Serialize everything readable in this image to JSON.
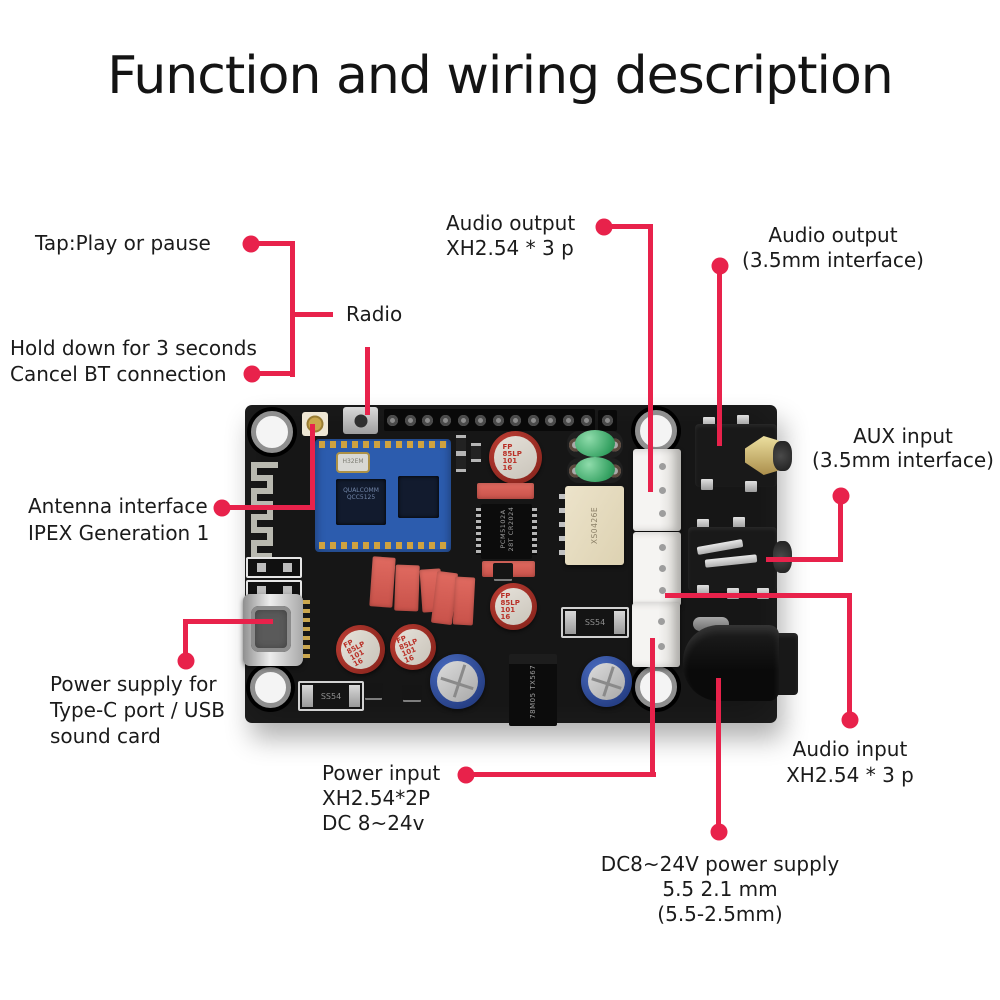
{
  "title": "Function and wiring description",
  "accent_color": "#e8224b",
  "callouts": {
    "tap_play": {
      "text": "Tap:Play or pause"
    },
    "hold_cancel": {
      "line1": "Hold down for 3 seconds",
      "line2": "Cancel BT connection"
    },
    "radio": {
      "text": "Radio"
    },
    "audio_output_xh": {
      "line1": "Audio output",
      "line2": "XH2.54 * 3 p"
    },
    "audio_output_jack": {
      "line1": "Audio output",
      "line2": "(3.5mm interface)"
    },
    "aux_input": {
      "line1": "AUX input",
      "line2": "(3.5mm interface)"
    },
    "antenna": {
      "line1": "Antenna interface",
      "line2": "IPEX Generation 1"
    },
    "typec_power": {
      "line1": "Power supply for",
      "line2": "Type-C port / USB",
      "line3": "sound card"
    },
    "power_input": {
      "line1": "Power input",
      "line2": "XH2.54*2P",
      "line3": "DC 8~24v"
    },
    "audio_input": {
      "line1": "Audio input",
      "line2": "XH2.54 * 3 p"
    },
    "dc_power": {
      "line1": "DC8~24V power supply",
      "line2": "5.5 2.1 mm",
      "line3": "(5.5-2.5mm)"
    }
  },
  "board_silkscreen": {
    "capacitor": "FP 85LP 101 16",
    "dac_chip": "PCM5102A 28T CR2024",
    "bt_chip": "QUALCOMM QCC5125",
    "crystal": "H32EM",
    "isolator": "XS0426E",
    "diode": "SS54",
    "regulator": "78M05 TX567"
  }
}
